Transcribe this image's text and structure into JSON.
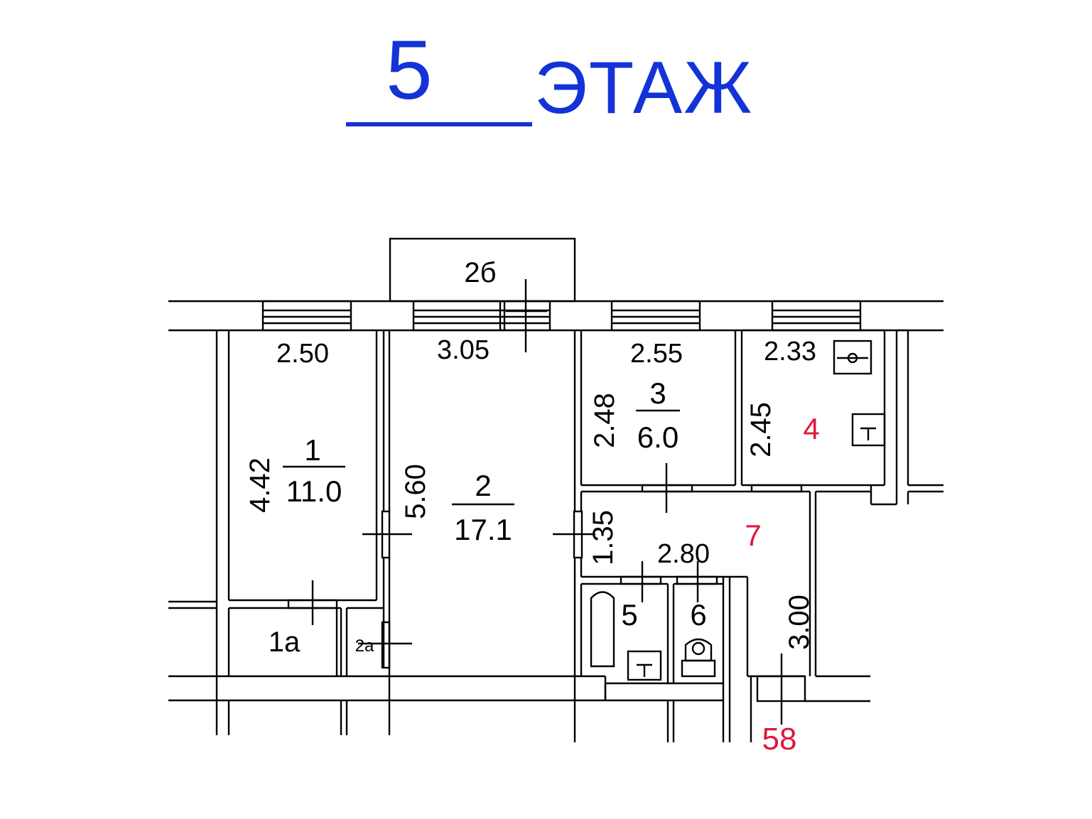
{
  "floor": {
    "number": "5",
    "word": "ЭТАЖ"
  },
  "rooms": {
    "r1": {
      "label": "1",
      "area": "11.0"
    },
    "r1a": {
      "label": "1а"
    },
    "r2": {
      "label": "2",
      "area": "17.1"
    },
    "r2a": {
      "label": "2а"
    },
    "r2b": {
      "label": "2б"
    },
    "r3": {
      "label": "3",
      "area": "6.0"
    },
    "r4": {
      "label": "4"
    },
    "r5": {
      "label": "5"
    },
    "r6": {
      "label": "6"
    },
    "r7": {
      "label": "7"
    }
  },
  "dimensions": {
    "d250": "2.50",
    "d305": "3.05",
    "d255": "2.55",
    "d233": "2.33",
    "d442": "4.42",
    "d560": "5.60",
    "d248": "2.48",
    "d245": "2.45",
    "d135": "1.35",
    "d280": "2.80",
    "d300": "3.00"
  },
  "apartment_number": "58",
  "colors": {
    "title": "#1433d6",
    "red_labels": "#e0183c",
    "lines": "#000000"
  }
}
